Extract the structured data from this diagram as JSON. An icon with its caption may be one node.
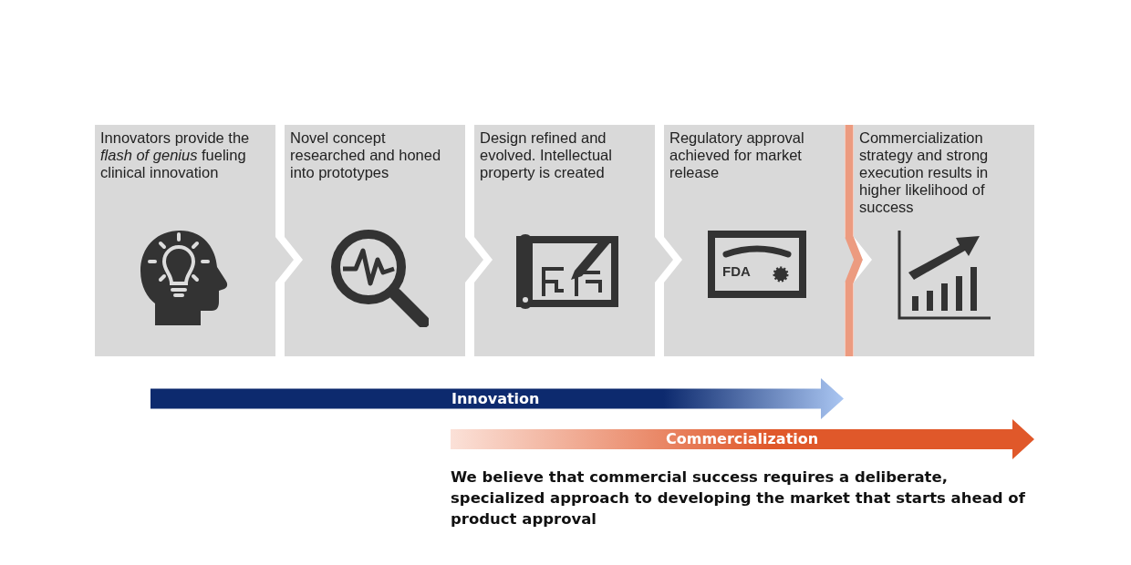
{
  "diagram": {
    "caption": "We believe that commercial success requires a deliberate, specialized approach to developing the market that starts ahead of product approval",
    "nodes": [
      {
        "text": [
          "Innovators provide the *flash of genius* fueling clinical innovation"
        ]
      },
      {
        "text": [
          "Novel concept researched and honed into prototypes"
        ]
      },
      {
        "text": [
          "Design refined and evolved. Intellectual property is created"
        ]
      },
      {
        "text": [
          "Regulatory approval achieved for market release"
        ]
      },
      {
        "text": [
          "Commercialization strategy and strong execution results in higher likelihood of success"
        ]
      },
      {
        "text": [
          "Innovation"
        ]
      },
      {
        "text": [
          "Commercialization"
        ]
      }
    ],
    "labels": [
      "FDA"
    ]
  }
}
